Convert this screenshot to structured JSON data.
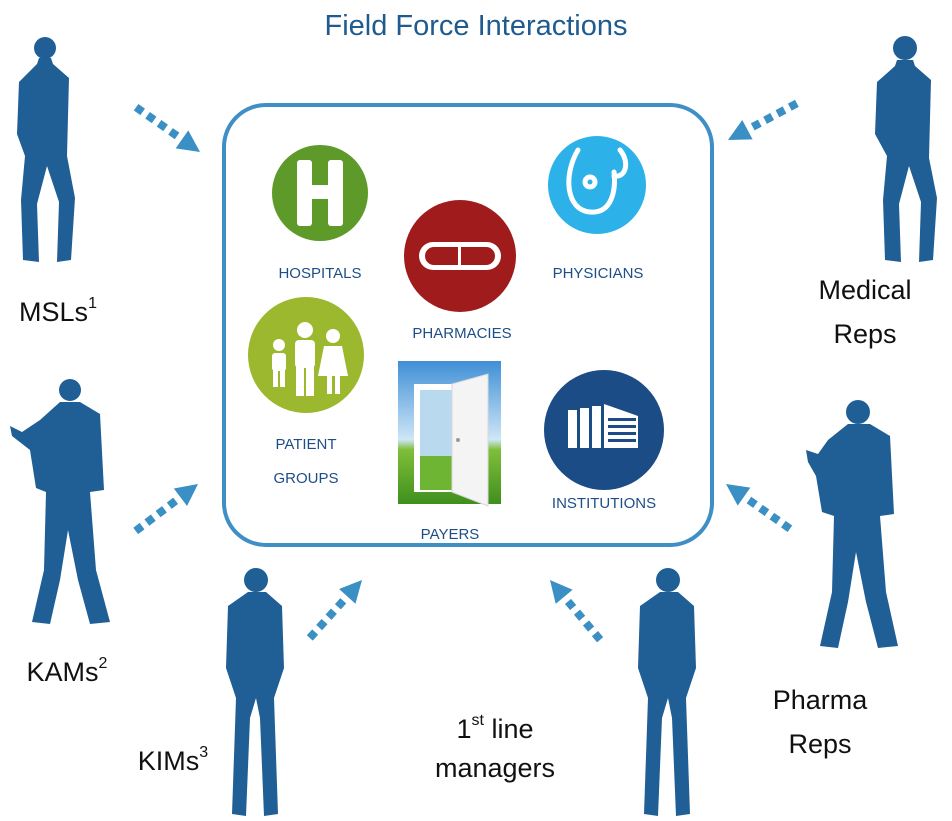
{
  "title": "Field Force Interactions",
  "colors": {
    "title": "#1f5b8f",
    "border": "#3f8ec6",
    "arrow": "#3a8fc4",
    "silhouette": "#1f5f96",
    "hospitals": "#5e9a2a",
    "pharmacies": "#a01c1c",
    "physicians": "#2cb2e8",
    "patient_groups": "#9bb82e",
    "institutions": "#1b4c86",
    "entity_label": "#1e4e86"
  },
  "entities": {
    "hospitals": {
      "label": "HOSPITALS",
      "icon": "hospital-h-icon"
    },
    "pharmacies": {
      "label": "PHARMACIES",
      "icon": "capsule-icon"
    },
    "physicians": {
      "label": "PHYSICIANS",
      "icon": "stethoscope-icon"
    },
    "patient_groups": {
      "label_line1": "PATIENT",
      "label_line2": "GROUPS",
      "icon": "family-icon"
    },
    "payers": {
      "label": "PAYERS",
      "icon": "open-door-icon"
    },
    "institutions": {
      "label": "INSTITUTIONS",
      "icon": "building-icon"
    }
  },
  "roles": {
    "msls": {
      "text": "MSLs",
      "sup": "1"
    },
    "kams": {
      "text": "KAMs",
      "sup": "2"
    },
    "kims": {
      "text": "KIMs",
      "sup": "3"
    },
    "line_managers": {
      "sup": "st",
      "line1_rest": " line",
      "prefix": "1",
      "line2": "managers"
    },
    "medical_reps": {
      "line1": "Medical",
      "line2": "Reps"
    },
    "pharma_reps": {
      "line1": "Pharma",
      "line2": "Reps"
    }
  }
}
